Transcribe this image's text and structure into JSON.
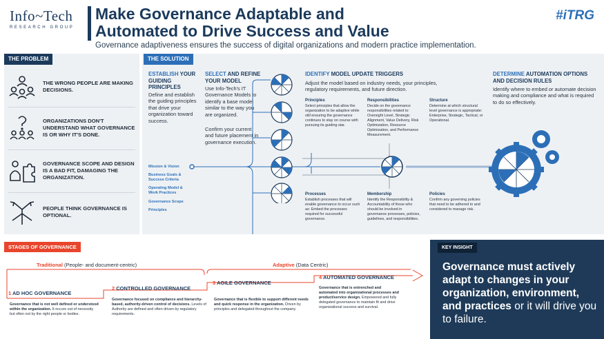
{
  "header": {
    "logo_main": "Info~Tech",
    "logo_sub": "RESEARCH GROUP",
    "title_line1": "Make Governance Adaptable and",
    "title_line2": "Automated to Drive Success and Value",
    "subtitle": "Governance adaptiveness ensures the success of digital organizations and modern practice implementation.",
    "tag": "#iTRG"
  },
  "problem": {
    "tab": "THE PROBLEM",
    "items": [
      {
        "text": "THE WRONG PEOPLE ARE MAKING DECISIONS.",
        "icon": "people-group-icon"
      },
      {
        "text": "ORGANIZATIONS DON'T UNDERSTAND WHAT GOVERNANCE IS OR WHY IT'S DONE.",
        "icon": "question-people-icon"
      },
      {
        "text": "GOVERNANCE SCOPE AND DESIGN IS A BAD FIT, DAMAGING THE ORGANIZATION.",
        "icon": "person-puzzle-icon"
      },
      {
        "text": "PEOPLE THINK GOVERNANCE IS OPTIONAL.",
        "icon": "split-arrows-icon"
      }
    ]
  },
  "solution": {
    "tab": "THE SOLUTION",
    "establish": {
      "head_accent": "ESTABLISH",
      "head_rest": "YOUR GUIDING PRINCIPLES",
      "body": "Define and establish the guiding principles that drive your organization toward success."
    },
    "select": {
      "head_accent": "SELECT",
      "head_rest": "AND REFINE YOUR MODEL",
      "body1": "Use Info-Tech's IT Governance Models to identify a base model similar to the way you are organized.",
      "body2": "Confirm your current and future placement in governance execution."
    },
    "identify": {
      "head_accent": "IDENTIFY",
      "head_rest": "MODEL UPDATE TRIGGERS",
      "body": "Adjust the model based on industry needs, your principles, regulatory requirements, and future direction.",
      "triggers": [
        {
          "title": "Principles",
          "text": "Select principles that allow the organization to be adaptive while still ensuring the governance continues to stay on course with pursuing its guiding star."
        },
        {
          "title": "Responsibilities",
          "text": "Decide on the governance responsibilities related to: Oversight Level, Strategic Alignment, Value Delivery, Risk Optimization, Resource Optimization, and Performance Measurement."
        },
        {
          "title": "Structure",
          "text": "Determine at which structural level governance is appropriate: Enterprise, Strategic, Tactical, or Operational."
        },
        {
          "title": "Processes",
          "text": "Establish processes that will enable governance to occur such as: Embed the processes required for successful governance."
        },
        {
          "title": "Membership",
          "text": "Identify the Responsibility & Accountability of those who should be involved in governance processes, policies, guidelines, and responsibilities."
        },
        {
          "title": "Policies",
          "text": "Confirm any governing policies that need to be adhered to and considered to manage risk."
        }
      ]
    },
    "determine": {
      "head_accent": "DETERMINE",
      "head_rest": "AUTOMATION OPTIONS AND DECISION RULES",
      "body": "Identify where to embed or automate decision making and compliance and what is required to do so effectively."
    },
    "mission_links": [
      "Mission & Vision",
      "Business Goals & Success Criteria",
      "Operating Model & Work Practices",
      "Governance Scope",
      "Principles"
    ]
  },
  "stages": {
    "tab": "STAGES OF GOVERNANCE",
    "traditional": {
      "label": "Traditional",
      "note": "(People- and document-centric)"
    },
    "adaptive": {
      "label": "Adaptive",
      "note": "(Data Centric)"
    },
    "items": [
      {
        "num": "1",
        "title": "AD HOC GOVERNANCE",
        "bold": "Governance that is not well defined or understood within the organization.",
        "text": "It occurs out of necessity but often not by the right people or bodies."
      },
      {
        "num": "2",
        "title": "CONTROLLED GOVERNANCE",
        "bold": "Governance focused on compliance and hierarchy-based, authority-driven control of decisions.",
        "text": "Levels of Authority are defined and often driven by regulatory requirements."
      },
      {
        "num": "3",
        "title": "AGILE GOVERNANCE",
        "bold": "Governance that is flexible to support different needs and quick response in the organization.",
        "text": "Driven by principles and delegated throughout the company."
      },
      {
        "num": "4",
        "title": "AUTOMATED GOVERNANCE",
        "bold": "Governance that is entrenched and automated into organizational processes and product/service design.",
        "text": "Empowered and fully delegated governance to maintain fit and drive organizational success and survival."
      }
    ]
  },
  "insight": {
    "tab": "KEY INSIGHT",
    "bold1": "Governance must actively adapt to changes in your organization, environment, and practices",
    "rest": " or it will drive you to failure."
  },
  "colors": {
    "navy": "#1b3a5c",
    "blue": "#2c6fb7",
    "orange": "#e8452c",
    "insight_bg": "#1e3a58"
  }
}
